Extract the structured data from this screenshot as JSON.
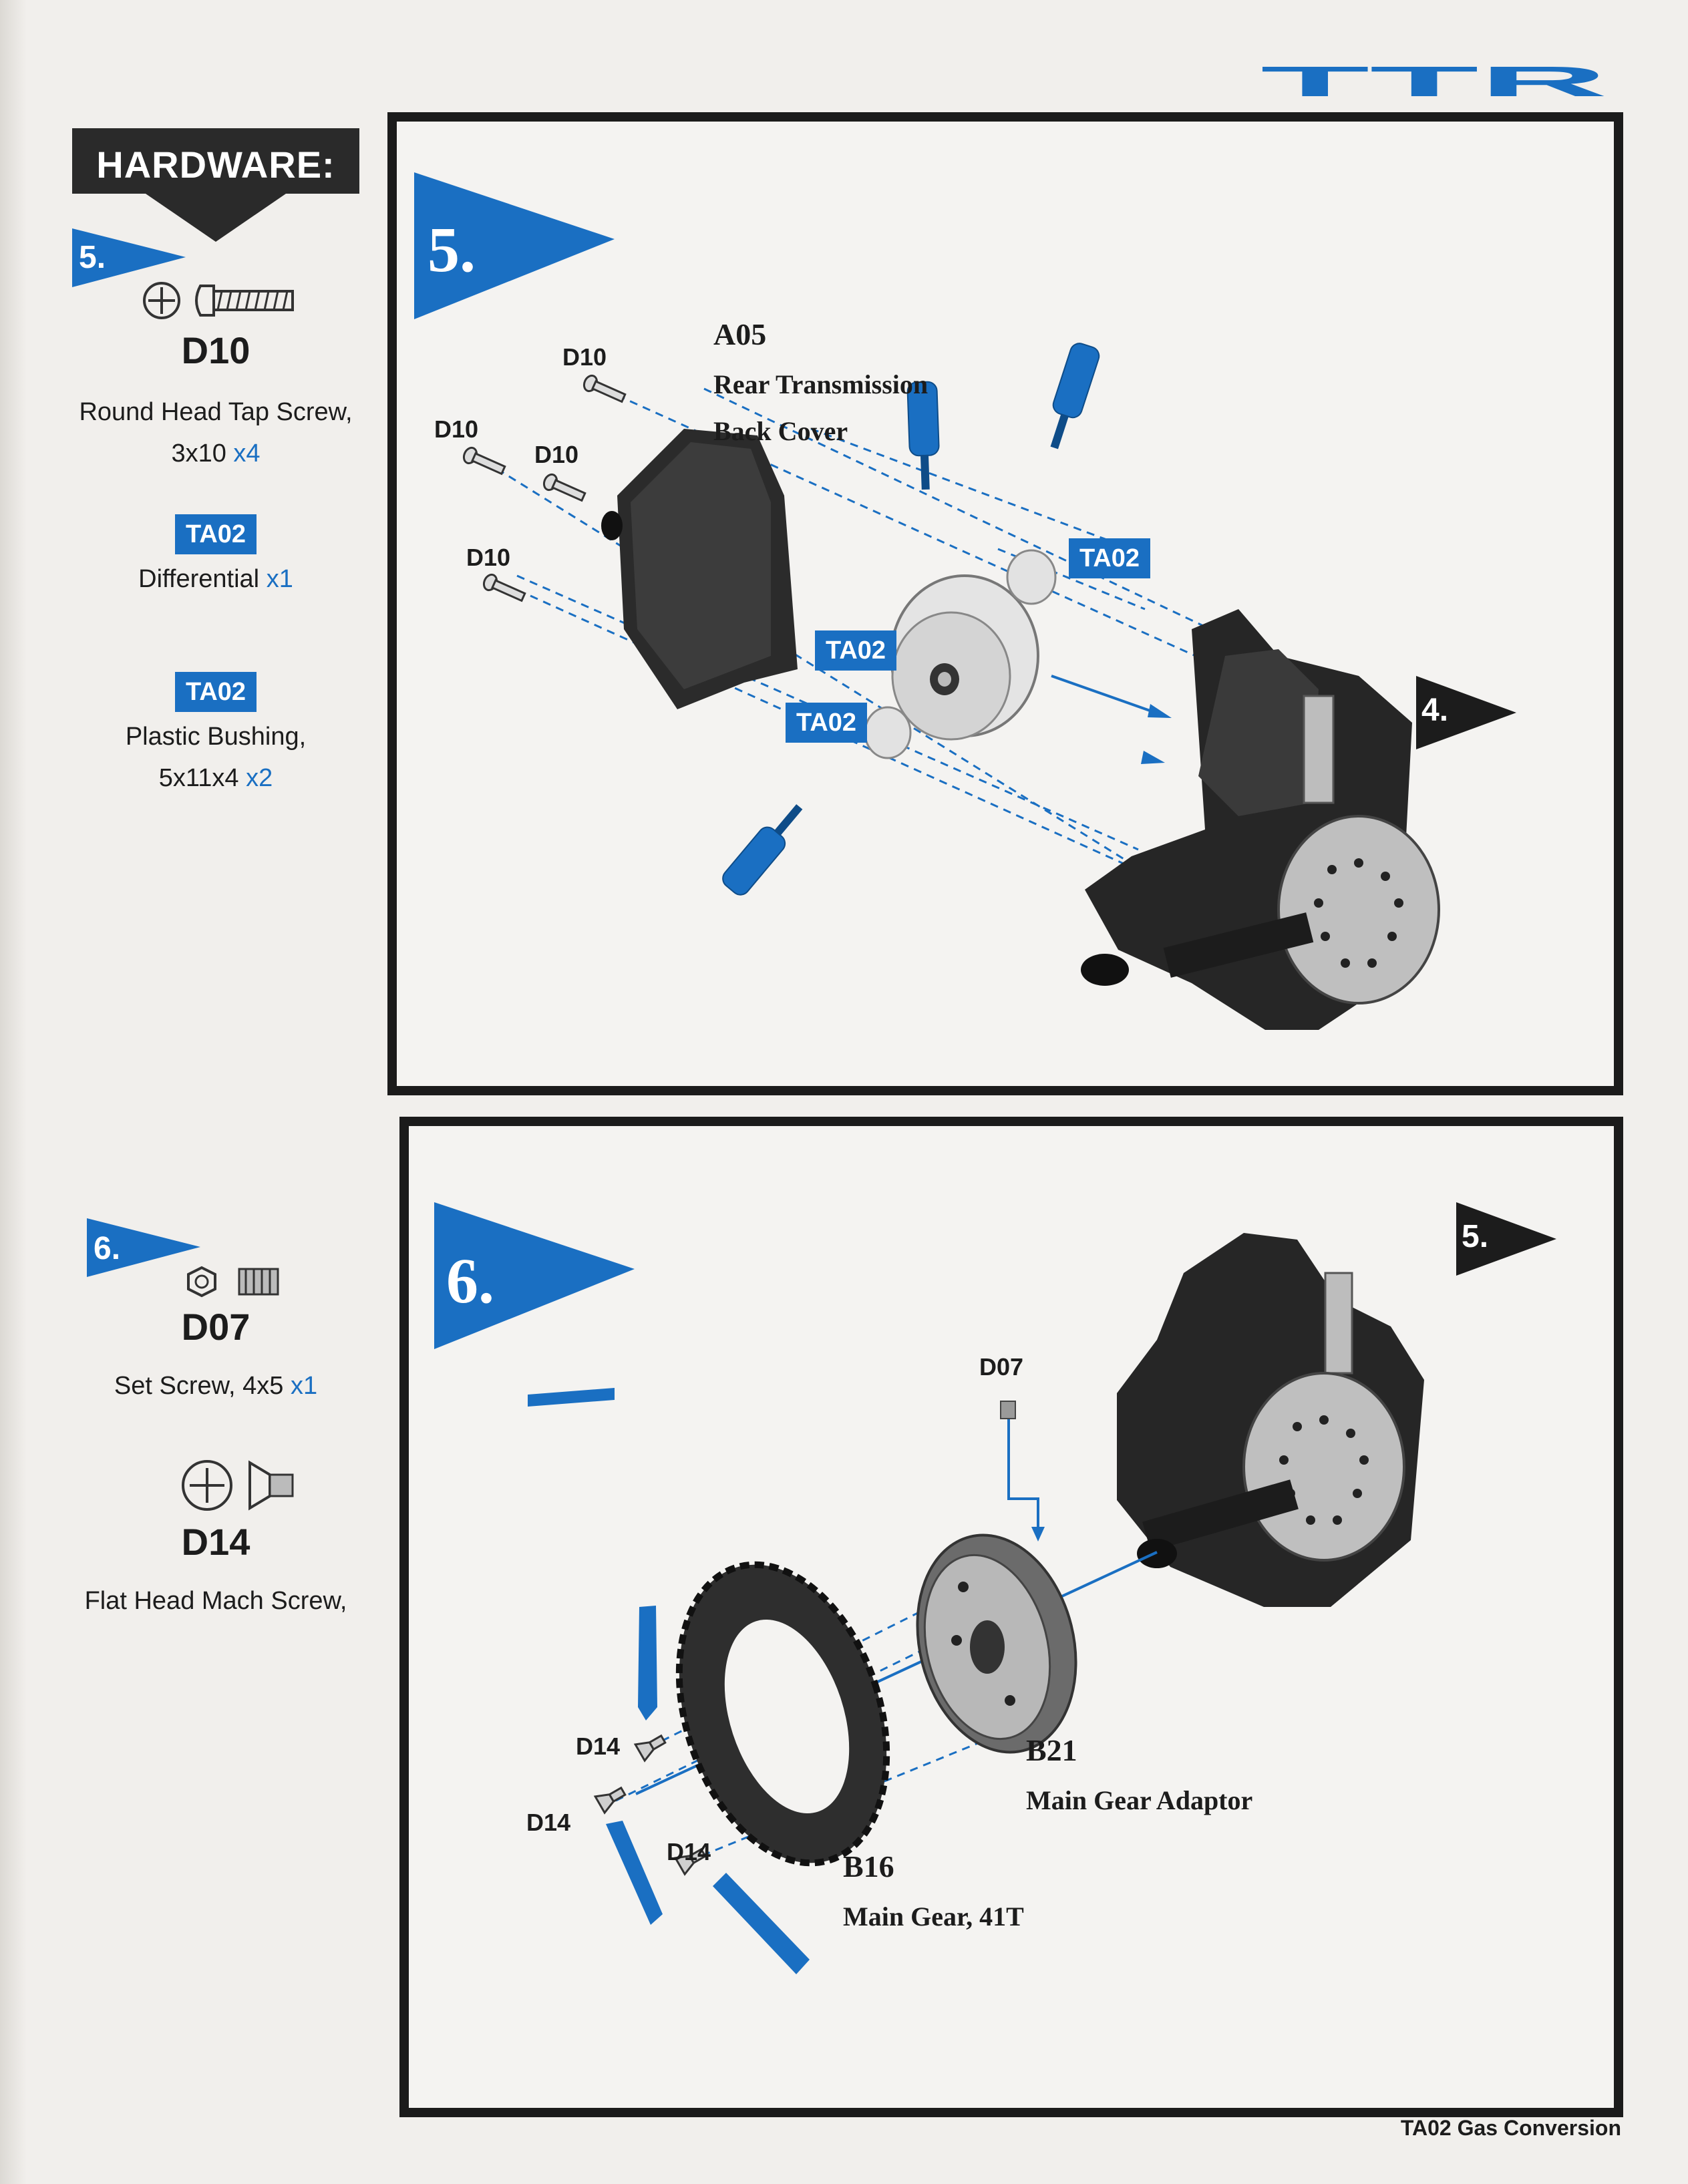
{
  "brand": {
    "logo_text": "TTR"
  },
  "hardware": {
    "title": "HARDWARE:",
    "step5": {
      "label": "5.",
      "items": [
        {
          "code": "D10",
          "desc_line1": "Round Head Tap Screw,",
          "desc_line2": "3x10",
          "qty": "x4"
        },
        {
          "badge": "TA02",
          "desc_line1": "Differential",
          "qty": "x1"
        },
        {
          "badge": "TA02",
          "desc_line1": "Plastic Bushing,",
          "desc_line2": "5x11x4",
          "qty": "x2"
        }
      ]
    },
    "step6": {
      "label": "6.",
      "items": [
        {
          "code": "D07",
          "desc_line1": "Set Screw, 4x5",
          "qty": "x1"
        },
        {
          "code": "D14",
          "desc_line1": "Flat Head Mach Screw,"
        }
      ]
    }
  },
  "panel5": {
    "step": "5.",
    "next_step": "4.",
    "part_code": "A05",
    "part_name_line1": "Rear Transmission",
    "part_name_line2": "Back Cover",
    "screw_labels": [
      "D10",
      "D10",
      "D10",
      "D10"
    ],
    "badges": [
      "TA02",
      "TA02",
      "TA02"
    ]
  },
  "panel6": {
    "step": "6.",
    "prev_step": "5.",
    "set_screw": "D07",
    "screw_labels": [
      "D14",
      "D14",
      "D14"
    ],
    "adaptor_code": "B21",
    "adaptor_name": "Main Gear Adaptor",
    "gear_code": "B16",
    "gear_name": "Main Gear, 41T"
  },
  "footer": {
    "text": "TA02 Gas Conversion"
  },
  "colors": {
    "accent": "#1a6fc2",
    "dark": "#1b1b1b",
    "paper": "#f1efec"
  }
}
